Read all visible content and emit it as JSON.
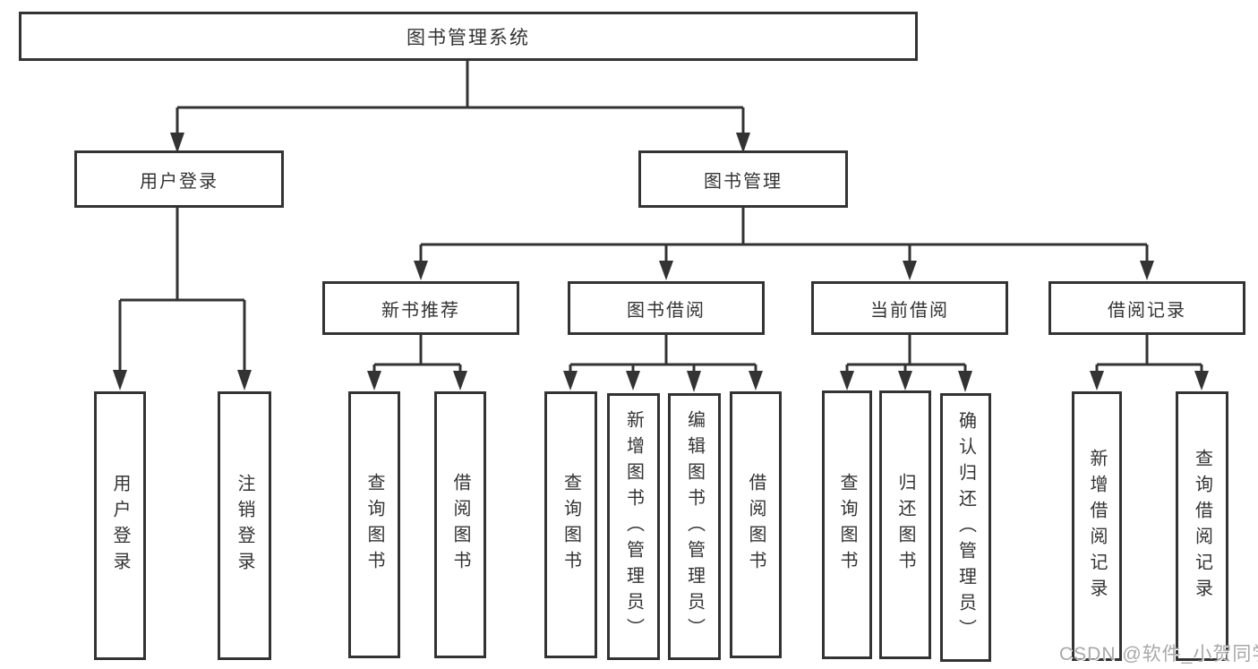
{
  "diagram": {
    "root": {
      "label": "图书管理系统",
      "children": [
        {
          "label": "用户登录",
          "children": [
            {
              "label": "用户登录"
            },
            {
              "label": "注销登录"
            }
          ]
        },
        {
          "label": "图书管理",
          "children": [
            {
              "label": "新书推荐",
              "children": [
                {
                  "label": "查询图书"
                },
                {
                  "label": "借阅图书"
                }
              ]
            },
            {
              "label": "图书借阅",
              "children": [
                {
                  "label": "查询图书"
                },
                {
                  "label": "新增图书（管理员）"
                },
                {
                  "label": "编辑图书（管理员）"
                },
                {
                  "label": "借阅图书"
                }
              ]
            },
            {
              "label": "当前借阅",
              "children": [
                {
                  "label": "查询图书"
                },
                {
                  "label": "归还图书"
                },
                {
                  "label": "确认归还（管理员）"
                }
              ]
            },
            {
              "label": "借阅记录",
              "children": [
                {
                  "label": "新增借阅记录"
                },
                {
                  "label": "查询借阅记录"
                }
              ]
            }
          ]
        }
      ]
    }
  },
  "watermark": "CSDN @软件_小贺同学",
  "colors": {
    "line": "#333333",
    "box_border": "#333333",
    "box_fill": "#ffffff",
    "text": "#333333",
    "watermark": "#a8a8a8"
  }
}
